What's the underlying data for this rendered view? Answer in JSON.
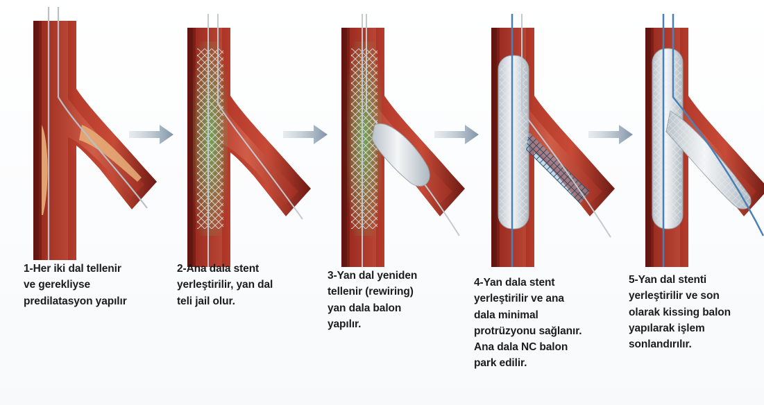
{
  "steps": [
    {
      "lines": [
        "1-Her iki dal tellenir",
        "ve gerekliyse",
        "predilatasyon yapılır"
      ]
    },
    {
      "lines": [
        "2-Ana dala stent",
        "yerleştirilir, yan dal",
        "teli jail olur."
      ]
    },
    {
      "lines": [
        "3-Yan dal yeniden",
        "tellenir (rewiring)",
        "yan dala balon",
        "yapılır."
      ]
    },
    {
      "lines": [
        "4-Yan dala stent",
        "yerleştirilir ve ana",
        "dala minimal",
        "protrüzyonu sağlanır.",
        "Ana dala NC balon",
        "park edilir."
      ]
    },
    {
      "lines": [
        "5-Yan dal stenti",
        "yerleştirilir ve son",
        "olarak kissing balon",
        "yapılarak işlem",
        "sonlandırılır."
      ]
    }
  ],
  "colors": {
    "vessel_wall": "#9e2a20",
    "vessel_inner": "#c84a38",
    "plaque": "#e7b07a",
    "stent_glow": "#5f9a52",
    "balloon": "#e6eaee",
    "wire": "#a7b0b8",
    "arrow": "#8ea0b0"
  },
  "icons": [
    "step-arrow-icon"
  ]
}
